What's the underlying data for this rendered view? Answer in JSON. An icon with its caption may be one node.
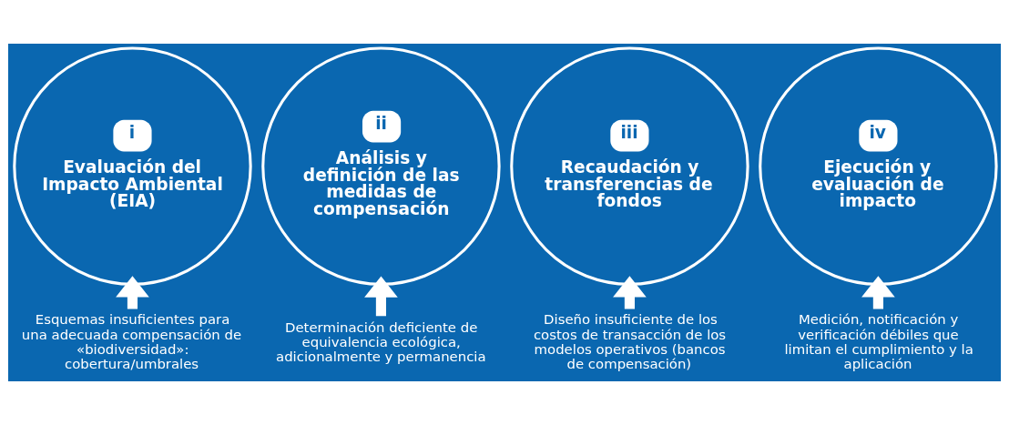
{
  "diagram": {
    "nodes": [
      {
        "text": [
          "i",
          "Evaluación del Impacto Ambiental (EIA)"
        ]
      },
      {
        "text": [
          "ii",
          "Análisis y definición de las medidas de compensación"
        ]
      },
      {
        "text": [
          "iii",
          "Recaudación y transferencias de fondos"
        ]
      },
      {
        "text": [
          "iv",
          "Ejecución y evaluación de impacto"
        ]
      },
      {
        "text": [
          "Esquemas insuficientes para una adecuada compensación de «biodiversidad»: cobertura/umbrales"
        ]
      },
      {
        "text": [
          "Determinación deficiente de equivalencia ecológica, adicionalmente y permanencia"
        ]
      },
      {
        "text": [
          "Diseño insuficiente de los costos de transacción de los modelos operativos (bancos de compensación)"
        ]
      },
      {
        "text": [
          "Medición, notificación y verificación débiles que limitan el cumplimiento y la aplicación"
        ]
      }
    ],
    "edges": [
      {
        "from": 4,
        "to": 0,
        "arrow": "to"
      },
      {
        "from": 5,
        "to": 1,
        "arrow": "to"
      },
      {
        "from": 6,
        "to": 2,
        "arrow": "to"
      },
      {
        "from": 7,
        "to": 3,
        "arrow": "to"
      }
    ]
  }
}
